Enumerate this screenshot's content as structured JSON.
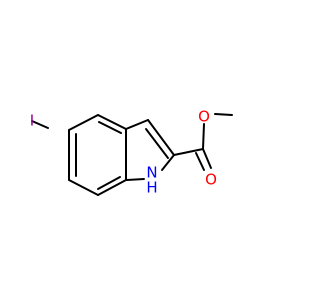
{
  "molecule": {
    "atoms": [
      {
        "id": "I",
        "text": "I"
      },
      {
        "id": "NH_N",
        "text": "N"
      },
      {
        "id": "NH_H",
        "text": "H"
      },
      {
        "id": "O_carbonyl",
        "text": "O"
      },
      {
        "id": "O_ester",
        "text": "O"
      }
    ]
  },
  "colors": {
    "iodine": "#940094",
    "nitrogen": "#0000ff",
    "oxygen": "#ff0000",
    "bond": "#000000"
  }
}
